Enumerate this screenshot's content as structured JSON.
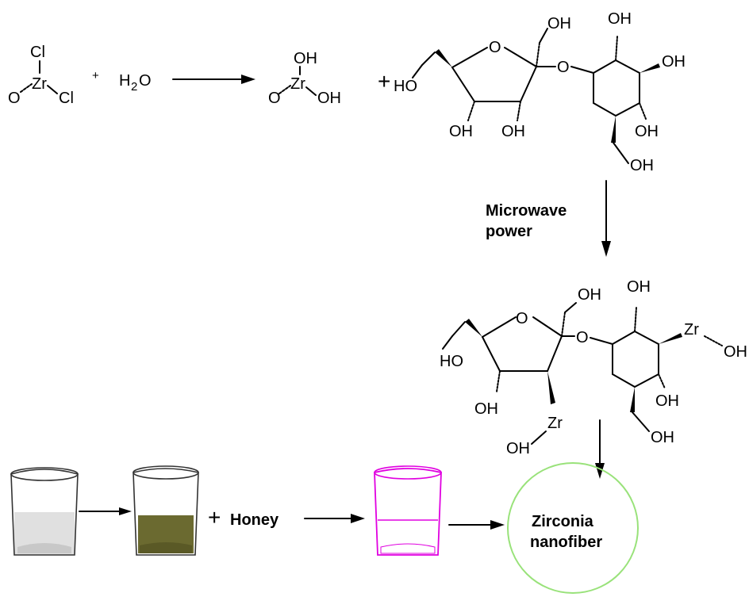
{
  "reaction1": {
    "reactant_zr": "Zr",
    "reactant_cl_top": "Cl",
    "reactant_cl_right": "Cl",
    "reactant_o": "O",
    "plus": "+",
    "water_h": "H",
    "water_sub": "2",
    "water_o": "O",
    "product_zr": "Zr",
    "product_oh_top": "OH",
    "product_oh_right": "OH",
    "product_o": "O",
    "plus2": "+"
  },
  "sugar_top": {
    "ho_left": "HO",
    "oh_top_ch2": "OH",
    "oh_top": "OH",
    "oh_right": "OH",
    "oh_bottom_right": "OH",
    "oh_ch2_bottom": "OH",
    "oh_furan_left": "OH",
    "oh_furan_right": "OH",
    "ring_o": "O",
    "bridge_o": "O"
  },
  "step": {
    "line1": "Microwave",
    "line2": "power"
  },
  "sugar_bottom": {
    "ho_left": "HO",
    "oh_top_ch2": "OH",
    "oh_top": "OH",
    "zr_right": "Zr",
    "oh_zr_right": "OH",
    "oh_bottom_right": "OH",
    "oh_ch2_bottom": "OH",
    "oh_furan_left": "OH",
    "zr_furan": "Zr",
    "oh_zr_furan": "OH",
    "ring_o": "O",
    "bridge_o": "O"
  },
  "process": {
    "plus_honey_symbol": "+",
    "honey_label": "Honey",
    "product_line1": "Zirconia",
    "product_line2": "nanofiber"
  },
  "colors": {
    "beaker1_liquid": "#e0e0e0",
    "beaker2_liquid": "#6b6a30",
    "beaker3_outline": "#e000e0",
    "product_circle": "#99e27a"
  }
}
